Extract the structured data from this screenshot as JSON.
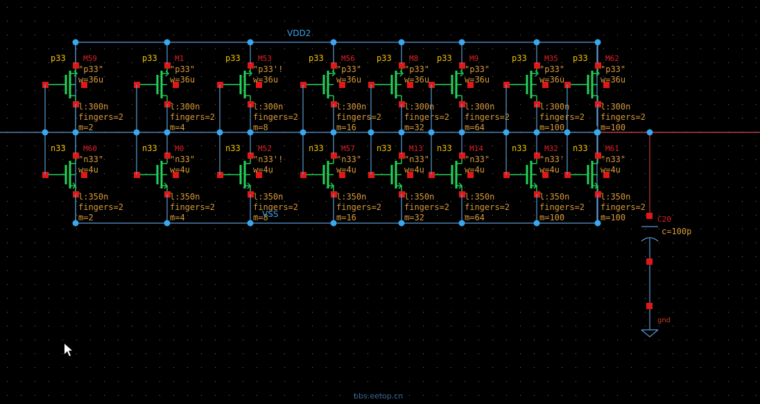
{
  "nets": {
    "vdd": "VDD2",
    "vss": "VSS",
    "gnd": "gnd"
  },
  "colors": {
    "background": "#000000",
    "wire": "#5b9bd5",
    "output_wire": "#c8323a",
    "device_body": "#22d45a",
    "pin": "#e01818",
    "junction": "#3aa8f0",
    "type_text": "#f0c000",
    "param_text": "#d89a3a",
    "instance_text": "#e0202a"
  },
  "pmos": [
    {
      "type": "p33",
      "inst": "M59",
      "model": "\"p33\"",
      "w": "w=36u",
      "l": "l:300n",
      "fingers": "fingers=2",
      "m": "m=2"
    },
    {
      "type": "p33",
      "inst": "M1",
      "model": "\"p33\"",
      "w": "w=36u",
      "l": "l:300n",
      "fingers": "fingers=2",
      "m": "m=4"
    },
    {
      "type": "p33",
      "inst": "M53",
      "model": "\"p33'!",
      "w": "w=36u",
      "l": "l:300n",
      "fingers": "fingers=2",
      "m": "m=8"
    },
    {
      "type": "p33",
      "inst": "M56",
      "model": "\"p33\"",
      "w": "w=36u",
      "l": "l:300n",
      "fingers": "fingers=2",
      "m": "m=16"
    },
    {
      "type": "p33",
      "inst": "M8",
      "model": "\"p33\"",
      "w": "w=36u",
      "l": "l:300n",
      "fingers": "fingers=2",
      "m": "m=32"
    },
    {
      "type": "p33",
      "inst": "M9",
      "model": "\"p33\"",
      "w": "w=36u",
      "l": "l:300n",
      "fingers": "fingers=2",
      "m": "m=64"
    },
    {
      "type": "p33",
      "inst": "M35",
      "model": "\"p33\"",
      "w": "w=36u",
      "l": "l:300n",
      "fingers": "fingers=2",
      "m": "m=100"
    },
    {
      "type": "p33",
      "inst": "M62",
      "model": "\"p33\"",
      "w": "w=36u",
      "l": "l:300n",
      "fingers": "fingers=2",
      "m": "m=100"
    }
  ],
  "nmos": [
    {
      "type": "n33",
      "inst": "M60",
      "model": "\"n33\"",
      "w": "w=4u",
      "l": "l:350n",
      "fingers": "fingers=2",
      "m": "m=2"
    },
    {
      "type": "n33",
      "inst": "M0",
      "model": "\"n33\"",
      "w": "w=4u",
      "l": "l:350n",
      "fingers": "fingers=2",
      "m": "m=4"
    },
    {
      "type": "n33",
      "inst": "M52",
      "model": "\"n33'!",
      "w": "w=4u",
      "l": "l:350n",
      "fingers": "fingers=2",
      "m": "m=8"
    },
    {
      "type": "n33",
      "inst": "M57",
      "model": "\"n33\"",
      "w": "w=4u",
      "l": "l:350n",
      "fingers": "fingers=2",
      "m": "m=16"
    },
    {
      "type": "n33",
      "inst": "M13",
      "model": "\"n33\"",
      "w": "w=4u",
      "l": "l:350n",
      "fingers": "fingers=2",
      "m": "m=32"
    },
    {
      "type": "n33",
      "inst": "M14",
      "model": "\"n33\"",
      "w": "w=4u",
      "l": "l:350n",
      "fingers": "fingers=2",
      "m": "m=64"
    },
    {
      "type": "n33",
      "inst": "M32",
      "model": "\"n33'",
      "w": "w=4u",
      "l": "l:350n",
      "fingers": "fingers=2",
      "m": "m=100"
    },
    {
      "type": "n33",
      "inst": "M61",
      "model": "\"n33\"",
      "w": "w=4u",
      "l": "l:350n",
      "fingers": "fingers=2",
      "m": "m=100"
    }
  ],
  "capacitor": {
    "inst": "C20",
    "value": "c=100p"
  },
  "watermark": "bbs.eetop.cn"
}
